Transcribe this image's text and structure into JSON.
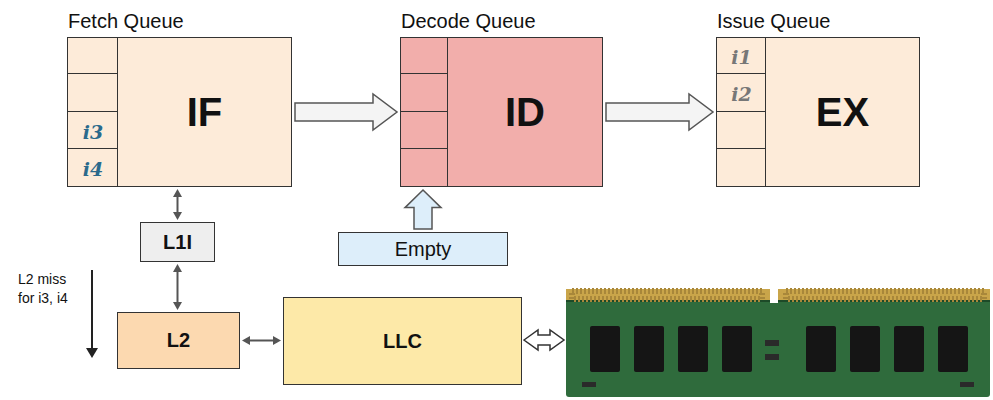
{
  "diagram": {
    "nodes": [
      {
        "text": [
          "Fetch Queue",
          "IF"
        ]
      },
      {
        "text": [
          "i3"
        ],
        "in": 0
      },
      {
        "text": [
          "i4"
        ],
        "in": 0
      },
      {
        "text": [
          "Decode Queue",
          "ID"
        ]
      },
      {
        "text": [
          "Issue Queue",
          "EX"
        ]
      },
      {
        "text": [
          "i1"
        ],
        "in": 4
      },
      {
        "text": [
          "i2"
        ],
        "in": 4
      },
      {
        "text": [
          "Empty"
        ]
      },
      {
        "text": [
          "L1I"
        ]
      },
      {
        "text": [
          "L2"
        ]
      },
      {
        "text": [
          "LLC"
        ]
      }
    ],
    "edges": [
      {
        "from": 0,
        "to": 3,
        "arrow": "to"
      },
      {
        "from": 3,
        "to": 4,
        "arrow": "to"
      },
      {
        "from": 7,
        "to": 3,
        "arrow": "to"
      },
      {
        "from": 0,
        "to": 8,
        "arrow": "both"
      },
      {
        "from": 8,
        "to": 9,
        "arrow": "both"
      },
      {
        "from": 9,
        "to": 10,
        "arrow": "both"
      }
    ],
    "labels": [
      "L2 miss for i3, i4"
    ]
  }
}
